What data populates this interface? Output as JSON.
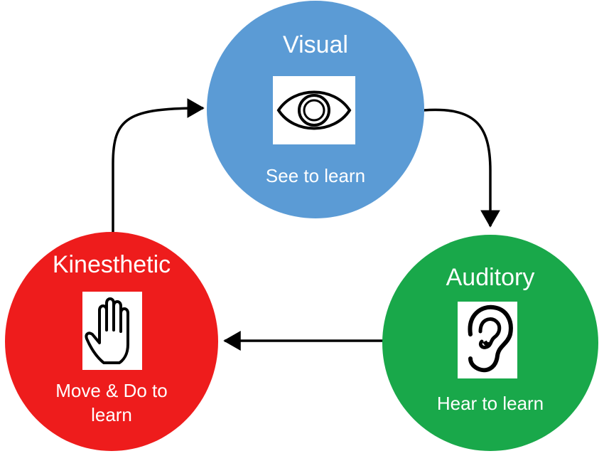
{
  "nodes": {
    "visual": {
      "title": "Visual",
      "caption": "See to learn",
      "color": "#5b9bd5",
      "icon": "eye-icon"
    },
    "auditory": {
      "title": "Auditory",
      "caption": "Hear to learn",
      "color": "#19a84a",
      "icon": "ear-icon"
    },
    "kinesthetic": {
      "title": "Kinesthetic",
      "caption_line1": "Move & Do to",
      "caption_line2": "learn",
      "color": "#ee1c1c",
      "icon": "hand-icon"
    }
  },
  "edges": [
    {
      "from": "Visual",
      "to": "Auditory"
    },
    {
      "from": "Auditory",
      "to": "Kinesthetic"
    },
    {
      "from": "Kinesthetic",
      "to": "Visual"
    }
  ]
}
